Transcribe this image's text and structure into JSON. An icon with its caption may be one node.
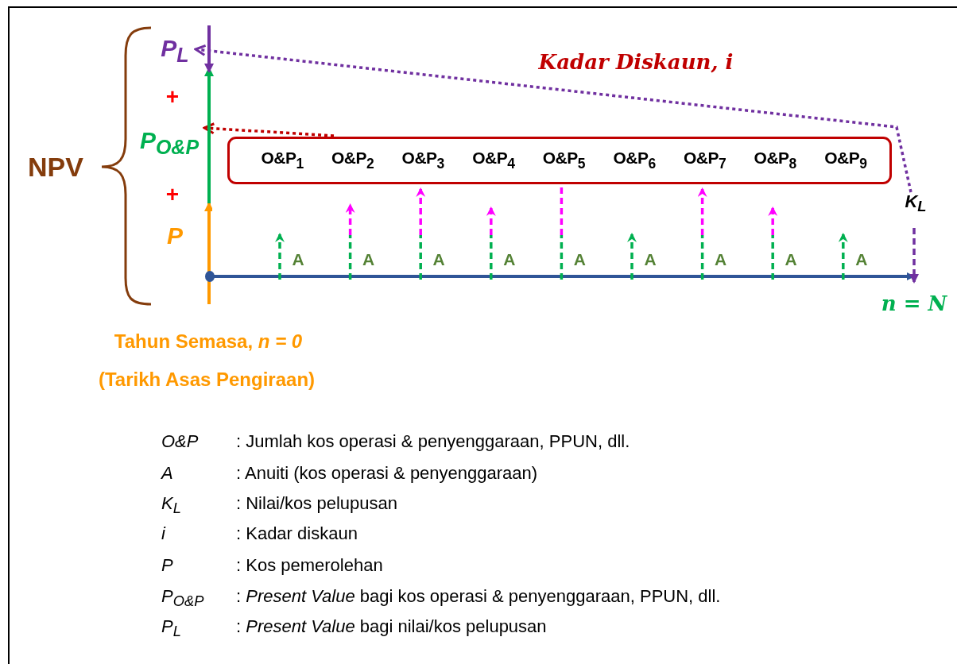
{
  "diagram": {
    "nodes": [
      {
        "text": [
          "O&P$_{1}$",
          "O&P$_{2}$",
          "O&P$_{3}$",
          "O&P$_{4}$",
          "O&P$_{5}$",
          "O&P$_{6}$",
          "O&P$_{7}$",
          "O&P$_{8}$",
          "O&P$_{9}$"
        ]
      },
      {
        "text": [
          "P$_{L}$"
        ]
      },
      {
        "text": [
          "P$_{O&P}$"
        ]
      },
      {
        "text": [
          "K$_{L}$"
        ]
      }
    ],
    "edges": [
      {
        "from": 0,
        "to": 2,
        "arrow": "to",
        "style": "dashed",
        "color": "#c00000"
      },
      {
        "from": 3,
        "to": 1,
        "arrow": "to",
        "style": "dashed",
        "color": "#7030a0"
      }
    ],
    "labels": [
      "+",
      "Kadar Diskaun, i",
      "NPV",
      "+",
      "P",
      "A",
      "A",
      "A",
      "A",
      "A",
      "A",
      "A",
      "A",
      "A",
      "n = N",
      "Tahun Semasa, *n = 0*",
      "(Tarikh Asas Pengiraan)",
      "O&P",
      ": Jumlah kos operasi & penyenggaraan, PPUN, dll.",
      "A",
      ": Anuiti (kos operasi & penyenggaraan)",
      "K$_{L}$",
      ": Nilai/kos pelupusan",
      "i",
      ": Kadar diskaun",
      "P",
      ": Kos pemerolehan",
      "P$_{O&P}$",
      ": *Present Value* bagi kos operasi & penyenggaraan, PPUN, dll.",
      "P$_{L}$",
      ": *Present Value* bagi nilai/kos pelupusan"
    ]
  }
}
